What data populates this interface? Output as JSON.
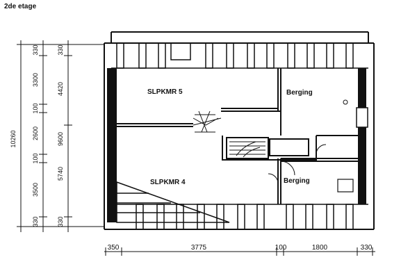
{
  "title": "2de etage",
  "rooms": {
    "slpkmr5": "SLPKMR 5",
    "slpkmr4": "SLPKMR 4",
    "berging_top": "Berging",
    "berging_bottom": "Berging"
  },
  "dims_left_outer": [
    "10260"
  ],
  "dims_left_mid": [
    "330",
    "3300",
    "100",
    "2600",
    "100",
    "3500",
    "330"
  ],
  "dims_left_inner": [
    "330",
    "4420",
    "9600",
    "5740",
    "330"
  ],
  "dims_bottom": [
    "350",
    "3775",
    "100",
    "1800",
    "330"
  ]
}
